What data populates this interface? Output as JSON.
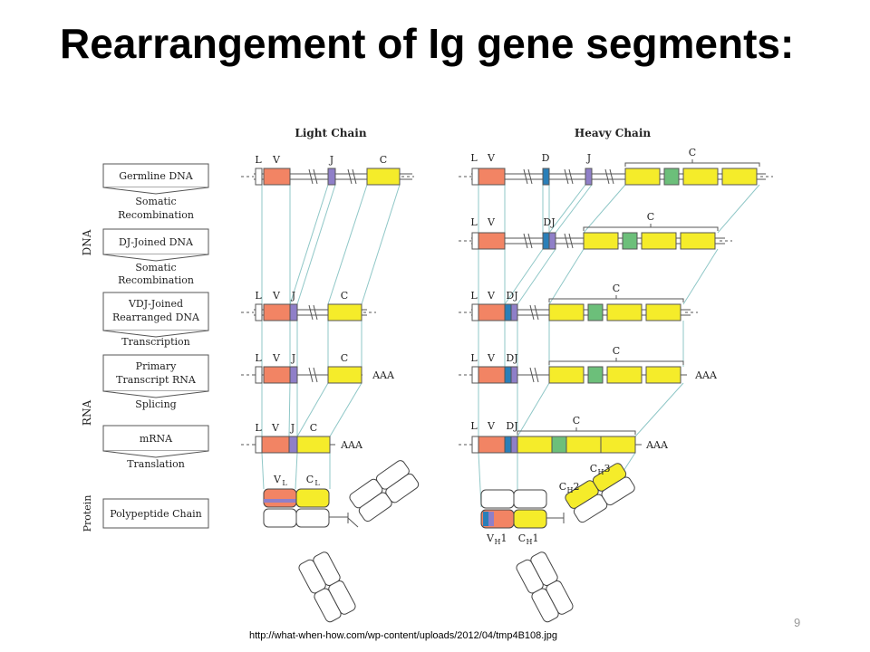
{
  "slide": {
    "title": "Rearrangement of Ig gene segments:",
    "source": "http://what-when-how.com/wp-content/uploads/2012/04/tmp4B108.jpg",
    "page_number": "9"
  },
  "colors": {
    "leader": "#ffffff",
    "variable": "#f28464",
    "joining": "#8f7fc8",
    "diversity": "#2a7fb8",
    "constant": "#f5ec2a",
    "hinge": "#6cbf7a",
    "guide": "#8fc7c7"
  },
  "figure": {
    "light_chain_header": "Light Chain",
    "heavy_chain_header": "Heavy Chain",
    "groups": {
      "dna": "DNA",
      "rna": "RNA",
      "protein": "Protein"
    },
    "stages": [
      {
        "label_1": "Germline DNA",
        "label_2": ""
      },
      {
        "label_1": "DJ-Joined DNA",
        "label_2": ""
      },
      {
        "label_1": "VDJ-Joined",
        "label_2": "Rearranged DNA"
      },
      {
        "label_1": "Primary",
        "label_2": "Transcript RNA"
      },
      {
        "label_1": "mRNA",
        "label_2": ""
      },
      {
        "label_1": "Polypeptide Chain",
        "label_2": ""
      }
    ],
    "transitions": [
      {
        "line_1": "Somatic",
        "line_2": "Recombination"
      },
      {
        "line_1": "Somatic",
        "line_2": "Recombination"
      },
      {
        "line_1": "Transcription",
        "line_2": ""
      },
      {
        "line_1": "Splicing",
        "line_2": ""
      },
      {
        "line_1": "Translation",
        "line_2": ""
      }
    ],
    "segment_labels": {
      "L": "L",
      "V": "V",
      "D": "D",
      "J": "J",
      "C": "C",
      "DJ": "DJ"
    },
    "poly_a": "AAA",
    "protein_labels": {
      "VL": "V",
      "CL": "C",
      "L_sub": "L",
      "VH1": "V",
      "CH1": "C",
      "CH2": "C",
      "CH3": "C",
      "H_sub": "H",
      "n1": "1",
      "n2": "2",
      "n3": "3"
    }
  }
}
